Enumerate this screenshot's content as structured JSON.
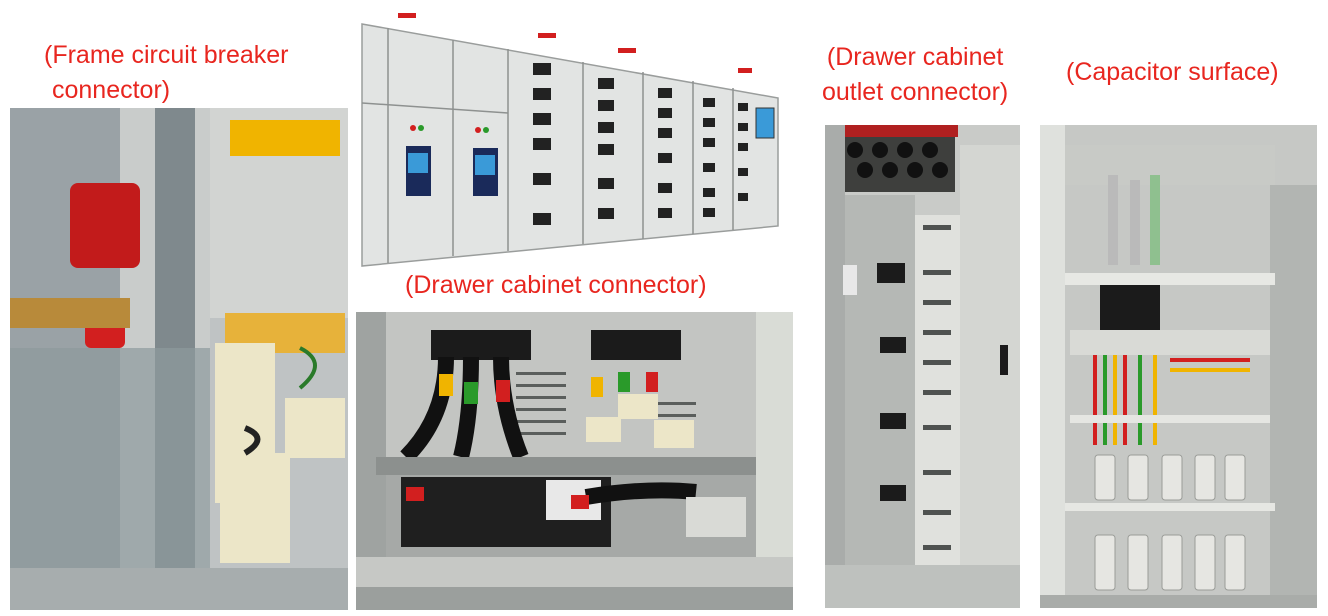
{
  "captions": {
    "frame_breaker": [
      "(Frame circuit breaker",
      "connector)"
    ],
    "drawer_connector": "(Drawer cabinet connector)",
    "drawer_outlet": [
      "(Drawer cabinet",
      "outlet connector)"
    ],
    "capacitor": "(Capacitor surface)"
  },
  "colors": {
    "caption": "#e8261f",
    "cabinet_gray": "#dcdcdc",
    "busbar_yellow": "#f0b400",
    "breaker_red": "#d21f1f"
  },
  "photos": [
    "frame-breaker-connector-photo",
    "switchgear-cabinet-row-photo",
    "drawer-cabinet-connector-photo",
    "drawer-outlet-connector-photo",
    "capacitor-surface-photo"
  ]
}
